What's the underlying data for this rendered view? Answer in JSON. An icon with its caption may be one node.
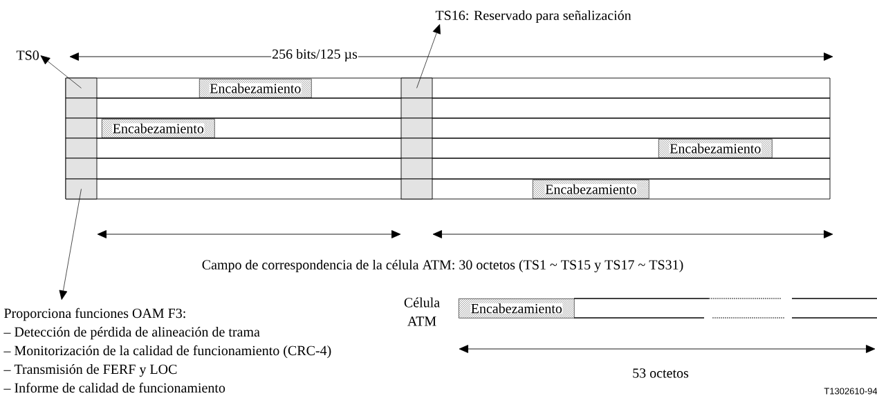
{
  "diagram": {
    "nodes": [
      {
        "text": [
          "TS0"
        ]
      },
      {
        "text": [],
        "shape": "box"
      },
      {
        "text": [
          "TS16: Reservado para señalización"
        ]
      },
      {
        "text": [],
        "shape": "box"
      },
      {
        "text": [
          "Proporciona funciones OAM F3:",
          "– Detección de pérdida de alineación de trama",
          "– Monitorización de la calidad de funcionamiento (CRC-4)",
          "– Transmisión de FERF y LOC",
          "– Informe de calidad de funcionamiento"
        ]
      },
      {
        "text": [],
        "shape": "box"
      },
      {
        "text": [
          "Encabezamiento"
        ]
      },
      {
        "text": [
          "Encabezamiento"
        ]
      },
      {
        "text": [
          "Encabezamiento"
        ]
      },
      {
        "text": [
          "Encabezamiento"
        ]
      },
      {
        "text": [
          "Encabezamiento"
        ]
      }
    ],
    "edges": [
      {
        "from": 1,
        "to": 0,
        "arrow": "to"
      },
      {
        "from": 3,
        "to": 2,
        "arrow": "to"
      },
      {
        "from": 5,
        "to": 4,
        "arrow": "to"
      }
    ],
    "labels": [
      "256 bits/125 µs",
      "Campo de correspondencia de la célula ATM: 30 octetos (TS1 ~ TS15 y TS17 ~ TS31)",
      "Célula ATM",
      "53 octetos",
      "T1302610-94"
    ]
  }
}
